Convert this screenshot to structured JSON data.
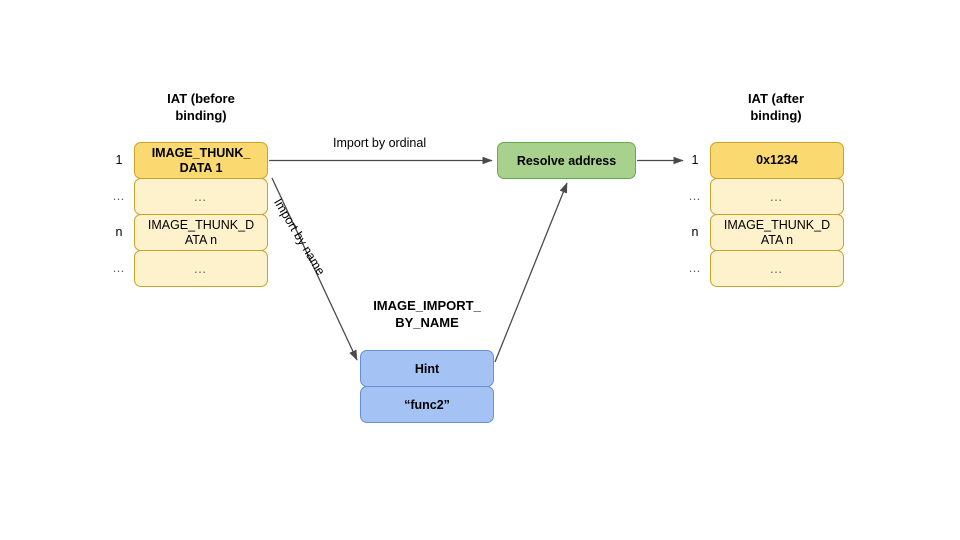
{
  "diagram": {
    "title_before": "IAT (before\nbinding)",
    "title_after": "IAT (after\nbinding)",
    "iat_before": {
      "rows": [
        {
          "index": "1",
          "value": "IMAGE_THUNK_\nDATA 1",
          "highlight": true
        },
        {
          "index": "…",
          "value": "…",
          "highlight": false
        },
        {
          "index": "n",
          "value": "IMAGE_THUNK_D\nATA n",
          "highlight": false
        },
        {
          "index": "…",
          "value": "…",
          "highlight": false
        }
      ]
    },
    "iat_after": {
      "rows": [
        {
          "index": "1",
          "value": "0x1234",
          "highlight": true
        },
        {
          "index": "…",
          "value": "…",
          "highlight": false
        },
        {
          "index": "n",
          "value": "IMAGE_THUNK_D\nATA n",
          "highlight": false
        },
        {
          "index": "…",
          "value": "…",
          "highlight": false
        }
      ]
    },
    "resolve": {
      "label": "Resolve address"
    },
    "import_by_name": {
      "title": "IMAGE_IMPORT_\nBY_NAME",
      "hint_label": "Hint",
      "name_label": "“func2”"
    },
    "edges": {
      "ordinal_label": "Import by ordinal",
      "by_name_label": "Import by name"
    },
    "colors": {
      "highlight_fill": "#fbd971",
      "cell_fill": "#fdf2cc",
      "cell_stroke": "#c9a227",
      "resolve_fill": "#a9d18e",
      "resolve_stroke": "#6aa84f",
      "byname_fill": "#a4c2f4",
      "byname_stroke": "#6a8fd4",
      "edge_stroke": "#4a4a4a",
      "background": "#ffffff"
    }
  }
}
